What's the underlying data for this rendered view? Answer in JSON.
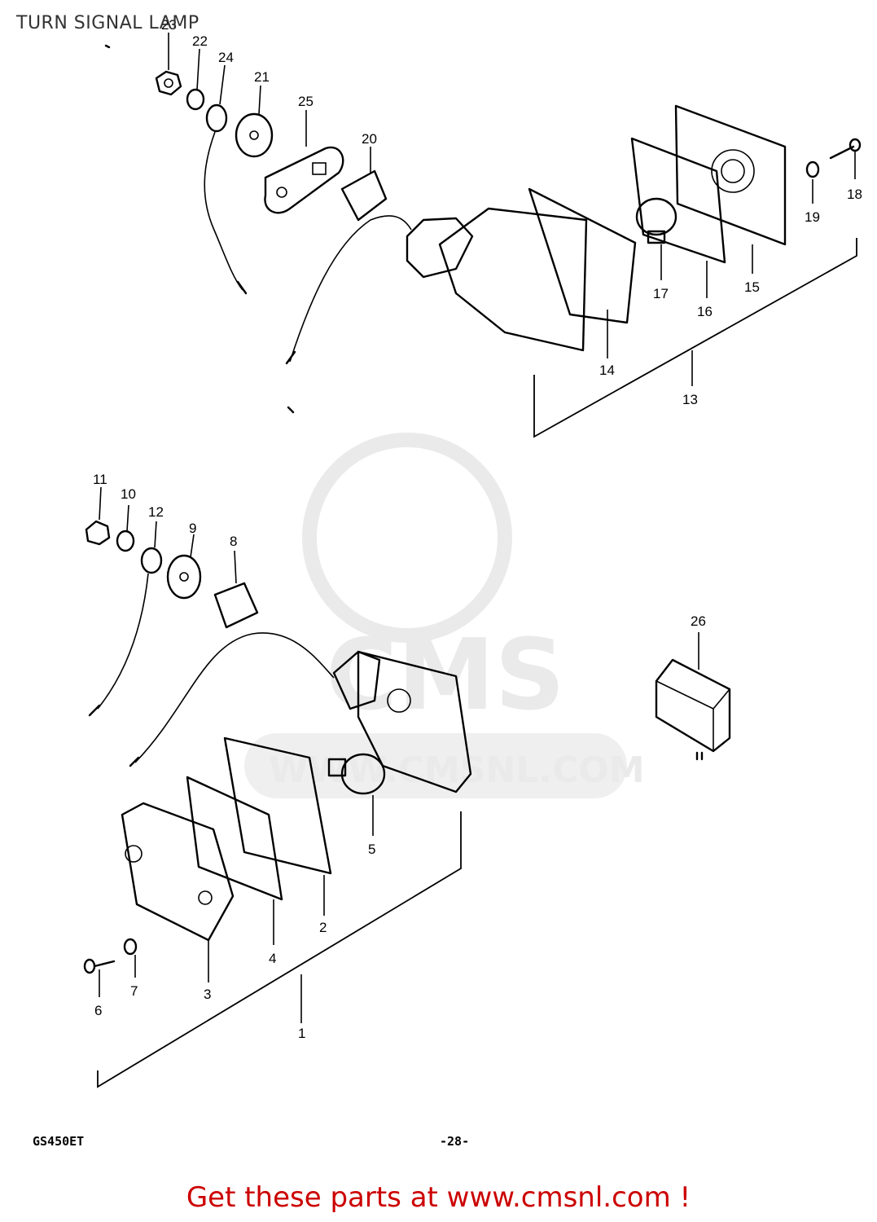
{
  "title": "TURN SIGNAL LAMP",
  "footer": {
    "model": "GS450ET",
    "page": "-28-"
  },
  "call_to_action": "Get these parts at www.cmsnl.com !",
  "watermark": {
    "brand": "CMS",
    "url": "WWW.CMSNL.COM"
  },
  "part_numbers": {
    "p1": "1",
    "p2": "2",
    "p3": "3",
    "p4": "4",
    "p5": "5",
    "p6": "6",
    "p7": "7",
    "p8": "8",
    "p9": "9",
    "p10": "10",
    "p11": "11",
    "p12": "12",
    "p13": "13",
    "p14": "14",
    "p15": "15",
    "p16": "16",
    "p17": "17",
    "p18": "18",
    "p19": "19",
    "p20": "20",
    "p21": "21",
    "p22": "22",
    "p23": "23",
    "p24": "24",
    "p25": "25",
    "p26": "26"
  },
  "colors": {
    "line": "#000000",
    "cta": "#cc0000",
    "watermark": "#d9d9d9"
  }
}
